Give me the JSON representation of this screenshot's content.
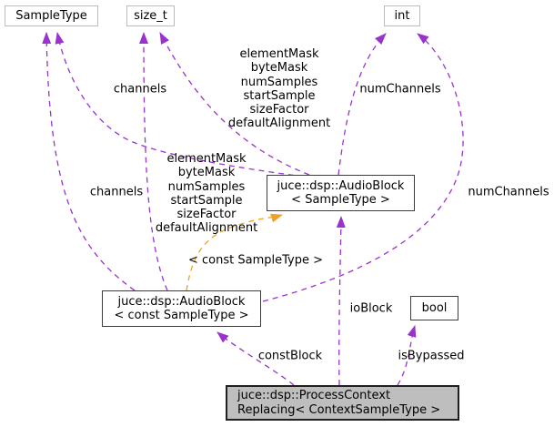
{
  "diagram": {
    "title": "juce::dsp::ProcessContextReplacing collaboration diagram",
    "nodes": {
      "sample_type": {
        "label": "SampleType"
      },
      "size_t": {
        "label": "size_t"
      },
      "int": {
        "label": "int"
      },
      "audio_block_sample_type": {
        "line1": "juce::dsp::AudioBlock",
        "line2": "< SampleType >"
      },
      "audio_block_const_sample_type": {
        "line1": "juce::dsp::AudioBlock",
        "line2": "< const SampleType >"
      },
      "bool": {
        "label": "bool"
      },
      "process_context_replacing": {
        "line1": "juce::dsp::ProcessContext",
        "line2": "Replacing< ContextSampleType >"
      }
    },
    "edge_labels": {
      "channels_upper": "channels",
      "channels_lower": "channels",
      "num_channels_top": "numChannels",
      "num_channels_right": "numChannels",
      "member_stack_top": [
        "elementMask",
        "byteMask",
        "numSamples",
        "startSample",
        "sizeFactor",
        "defaultAlignment"
      ],
      "member_stack_mid": [
        "elementMask",
        "byteMask",
        "numSamples",
        "startSample",
        "sizeFactor",
        "defaultAlignment"
      ],
      "template_instantiation": "< const SampleType >",
      "const_block": "constBlock",
      "io_block": "ioBlock",
      "is_bypassed": "isBypassed"
    },
    "colors": {
      "usage_edge": "#9a32cd",
      "template_edge": "#efa126",
      "node_fill": "#ffffff",
      "main_node_fill": "#bebebe",
      "undocumented_border": "#bcbcbc",
      "documented_border": "#3c3c3c",
      "text": "#000000"
    }
  }
}
